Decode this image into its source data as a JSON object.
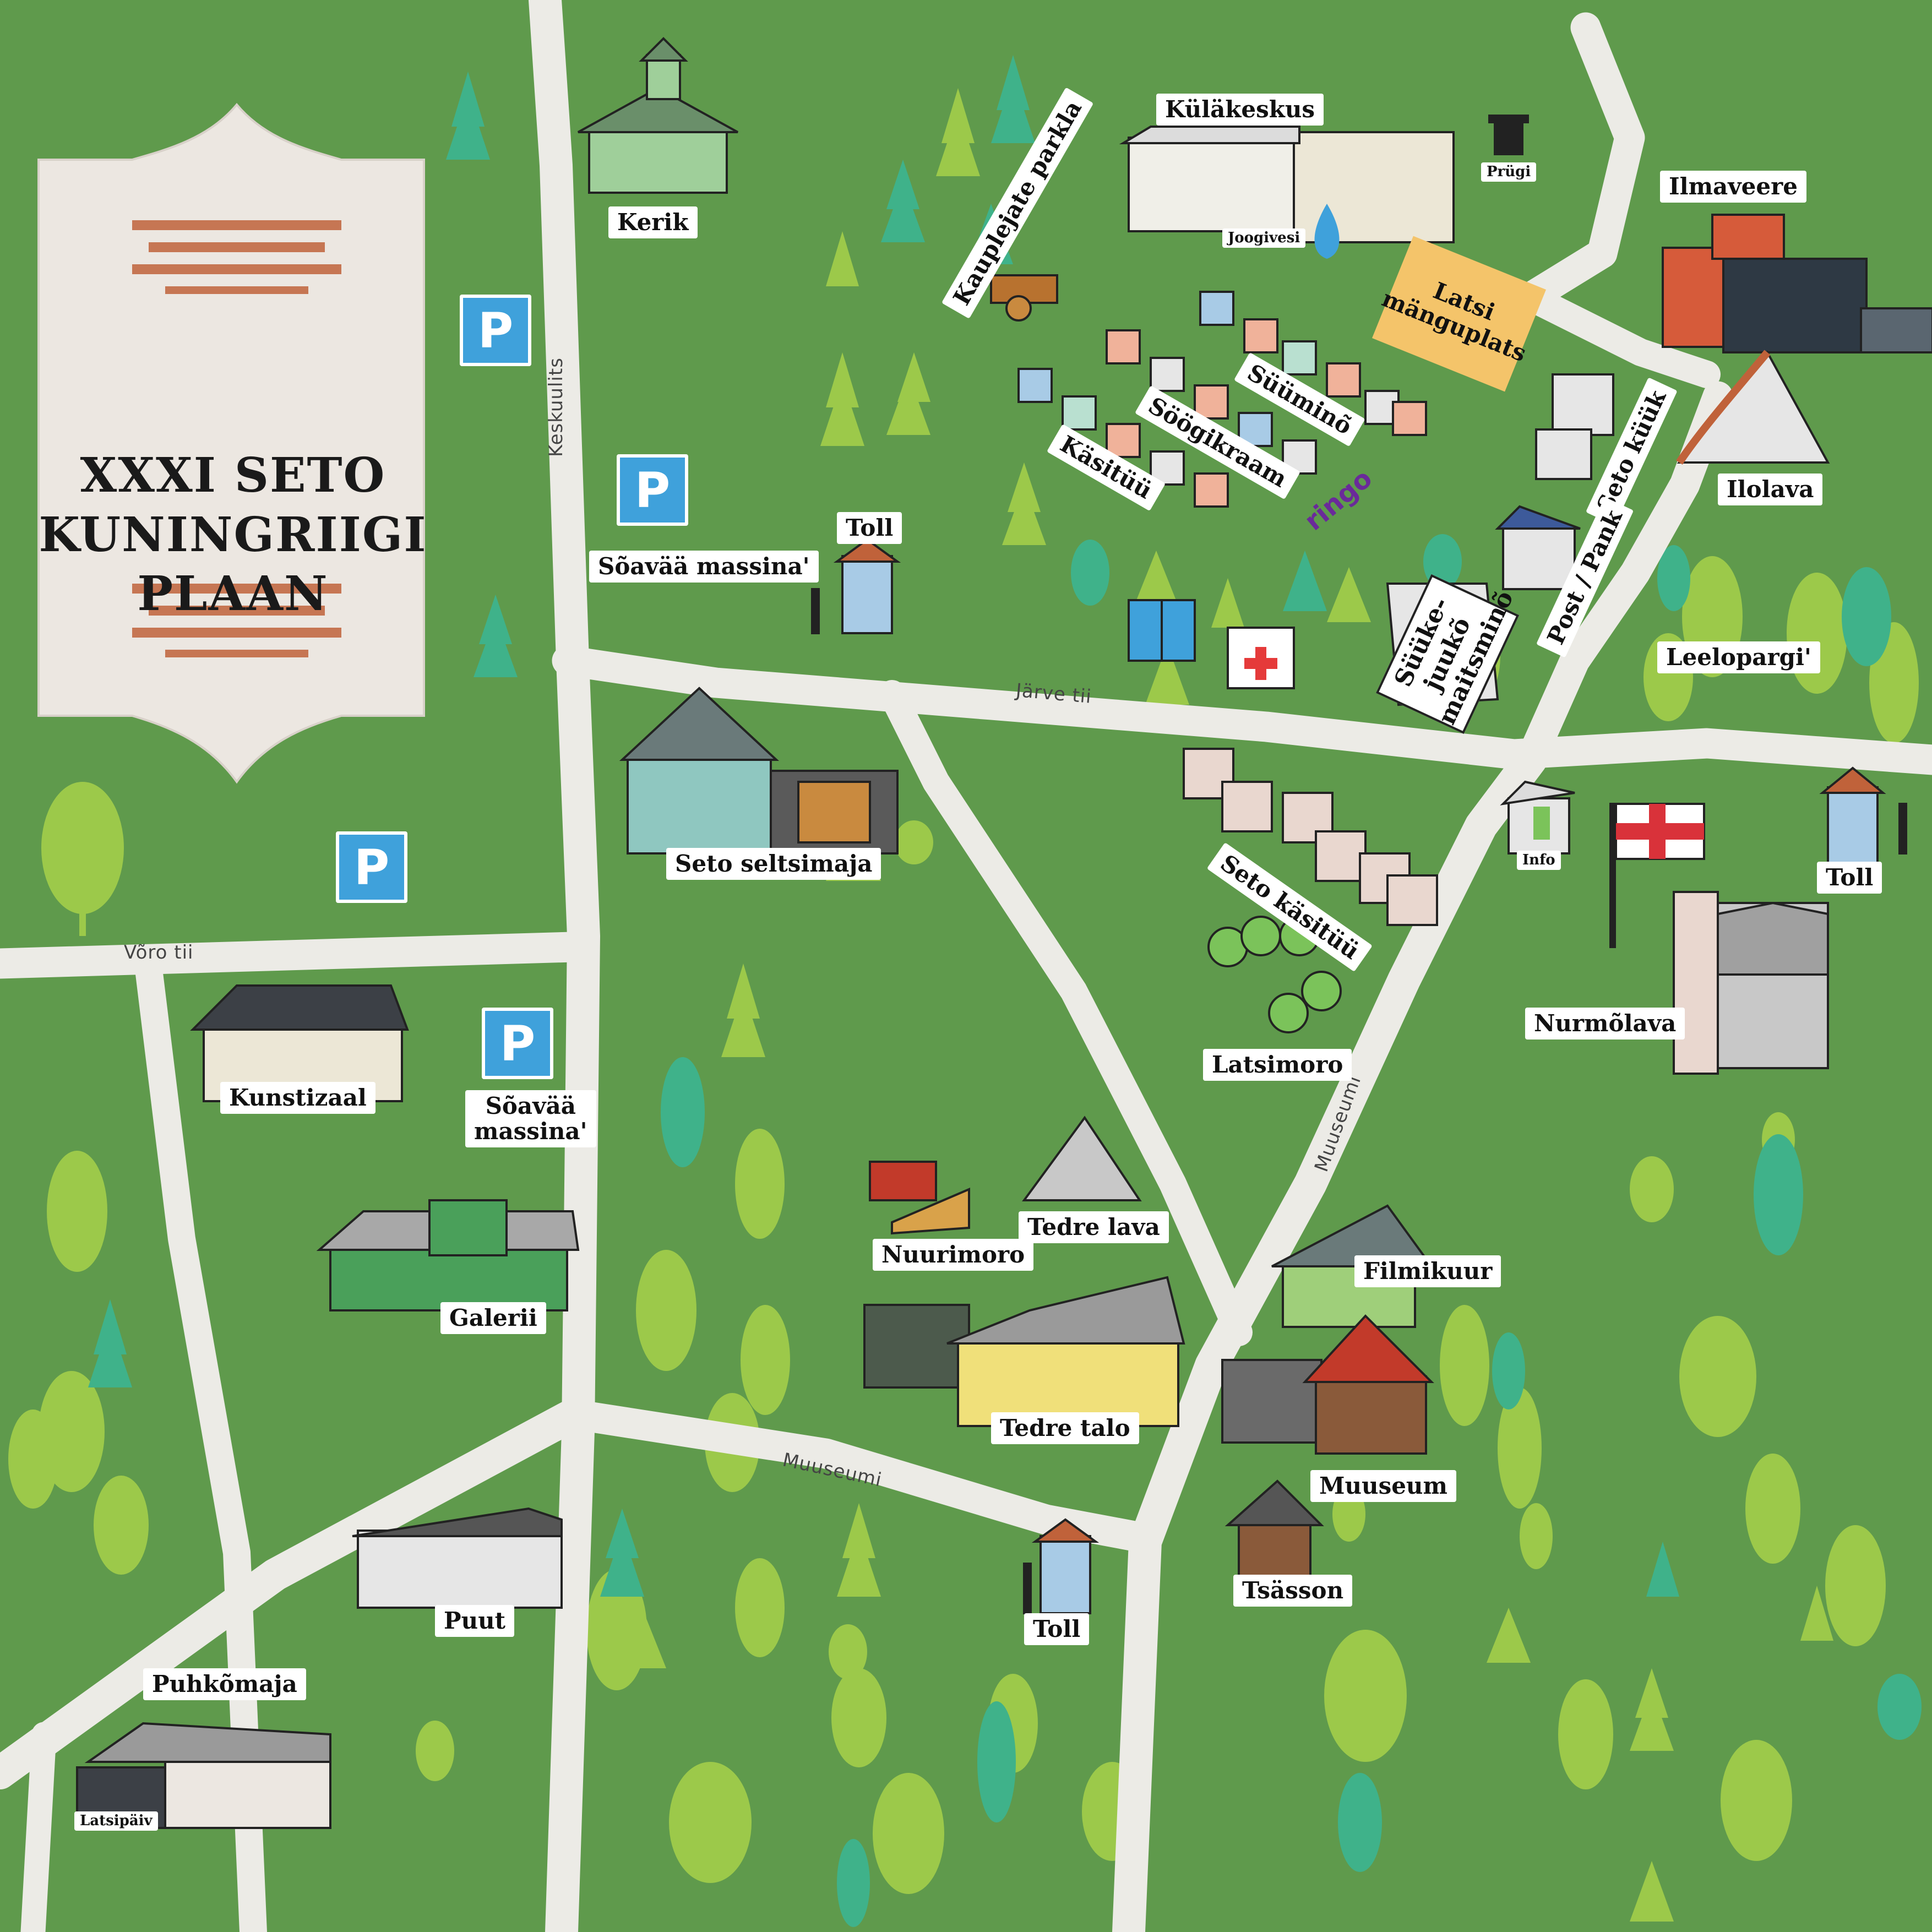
{
  "title": {
    "line1": "XXXI SETO",
    "line2": "KUNINGRIIGI",
    "line3": "PLAAN"
  },
  "roads": {
    "keskuulits": "Keskuulits",
    "jarve_tii": "Järve tii",
    "voro_tii": "Võro tii",
    "muuseumi_h": "Muuseumi",
    "muuseumi_v": "Muuseumi"
  },
  "parking_symbol": "P",
  "labels": {
    "kerik": "Kerik",
    "kulakeskus": "Küläkeskus",
    "prugi": "Prügi",
    "joogivesi": "Joogivesi",
    "kauplejate_parkla": "Kauplejate parkla",
    "ilmaveere": "Ilmaveere",
    "latsi_manguplats_1": "Latsi",
    "latsi_manguplats_2": "mänguplats",
    "suumino": "Süüminõ",
    "soogikraam": "Söögikraam",
    "kasitoo": "Käsitüü",
    "ringo": "ringo",
    "seto_kuuk": "Seto küük",
    "ilolava": "Ilolava",
    "post_pank": "Post / Pank",
    "suuke_1": "Süüke-juukõ",
    "suuke_2": "maitsminõ",
    "toll_1": "Toll",
    "soavae_1": "Sõavää massina'",
    "leelopargi": "Leelopargi'",
    "seto_seltsimaja": "Seto seltsimaja",
    "seto_kasitoo": "Seto käsitüü",
    "info": "Info",
    "toll_2": "Toll",
    "nurmolava": "Nurmõlava",
    "latsimoro": "Latsimoro",
    "kunstizaal": "Kunstizaal",
    "soavae_2a": "Sõavää",
    "soavae_2b": "massina'",
    "nuurimoro": "Nuurimoro",
    "tedre_lava": "Tedre lava",
    "filmikuur": "Filmikuur",
    "galerii": "Galerii",
    "tedre_talo": "Tedre talo",
    "muuseum": "Muuseum",
    "tsasson": "Tsässon",
    "toll_3": "Toll",
    "puut": "Puut",
    "puhkomaja": "Puhkõmaja",
    "latsipaiv": "Latsipäiv"
  },
  "colors": {
    "grass": "#5f9a4c",
    "road": "#ecebe6",
    "parking": "#3fa1db",
    "playground": "#f4c46a",
    "tree_light": "#9cc94a",
    "tree_teal": "#3fb28a",
    "ornament": "#c0623a"
  }
}
